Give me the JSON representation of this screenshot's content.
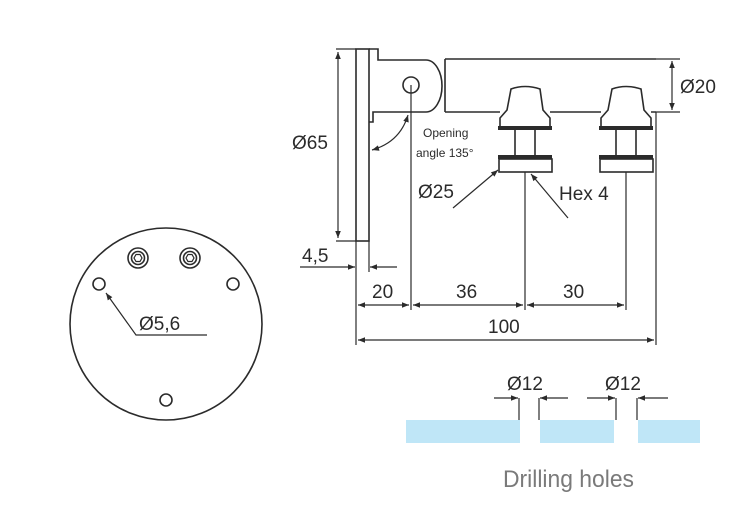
{
  "side_view": {
    "dim_plate_diameter": "Ø65",
    "dim_arm_diameter": "Ø20",
    "opening_label_line1": "Opening",
    "opening_label_line2": "angle 135°",
    "dim_washer_diameter": "Ø25",
    "hex_label": "Hex 4",
    "dim_plate_thickness": "4,5",
    "dim_20": "20",
    "dim_36": "36",
    "dim_30": "30",
    "dim_total": "100"
  },
  "front_view": {
    "dim_hole_diameter": "Ø5,6"
  },
  "drilling": {
    "dim_hole_1": "Ø12",
    "dim_hole_2": "Ø12",
    "caption": "Drilling holes",
    "glass_color": "#bfe6f7"
  }
}
